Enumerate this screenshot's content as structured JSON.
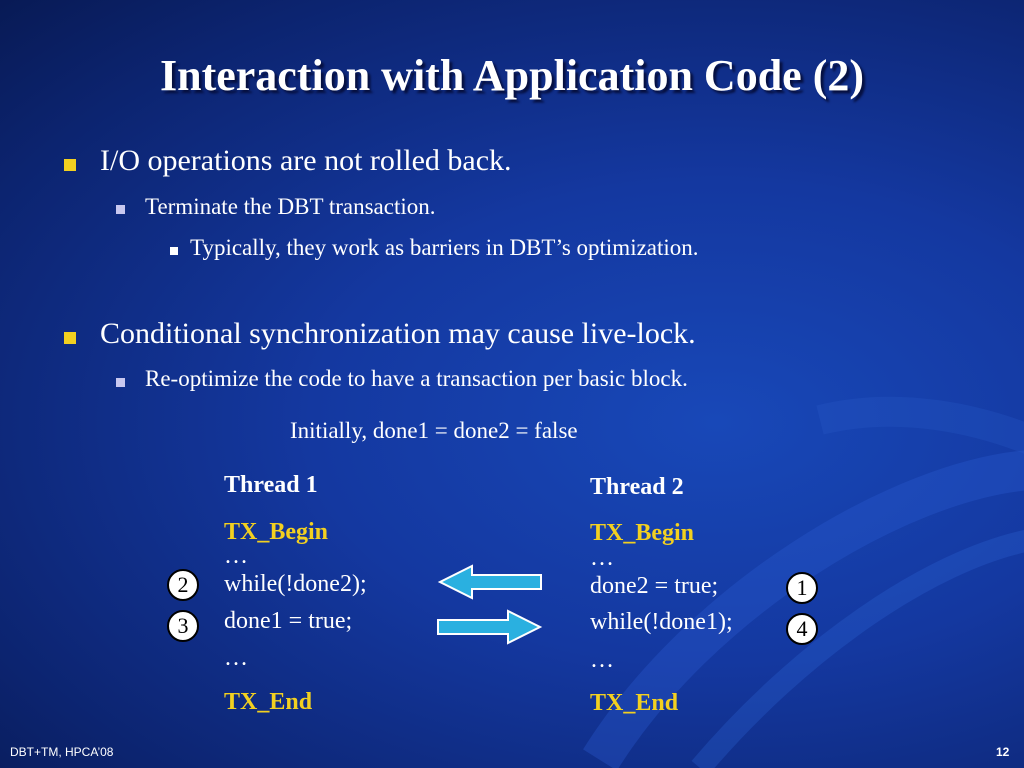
{
  "slide": {
    "title": "Interaction with Application Code (2)",
    "bullets": [
      {
        "level": 1,
        "text": "I/O operations are not rolled back."
      },
      {
        "level": 2,
        "text": "Terminate the DBT transaction."
      },
      {
        "level": 3,
        "text": "Typically, they work as barriers in DBT’s optimization."
      },
      {
        "level": 1,
        "text": "Conditional synchronization may cause live-lock."
      },
      {
        "level": 2,
        "text": "Re-optimize the code to have a transaction per basic block."
      }
    ],
    "initial_note": "Initially, done1 = done2 = false"
  },
  "thread1": {
    "title": "Thread 1",
    "begin": "TX_Begin",
    "lines": [
      "…",
      "while(!done2);",
      "done1 = true;",
      "…"
    ],
    "end": "TX_End",
    "markers": [
      "2",
      "3"
    ]
  },
  "thread2": {
    "title": "Thread 2",
    "begin": "TX_Begin",
    "lines": [
      "…",
      "done2 = true;",
      "while(!done1);",
      "…"
    ],
    "end": "TX_End",
    "markers": [
      "1",
      "4"
    ]
  },
  "footer": {
    "left": "DBT+TM, HPCA’08",
    "page": "12"
  },
  "colors": {
    "accent": "#f2d020",
    "arrow": "#2ab0e0"
  }
}
